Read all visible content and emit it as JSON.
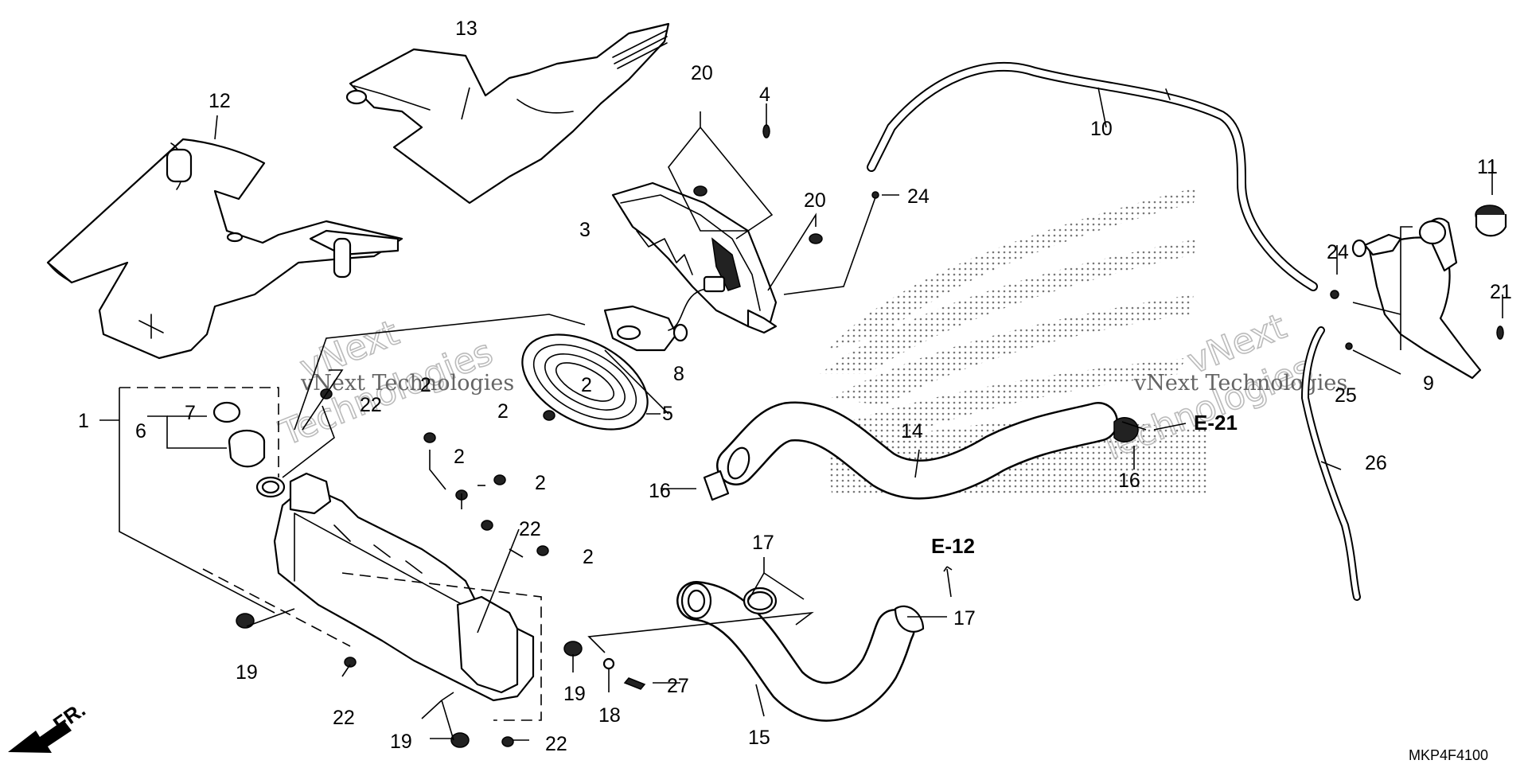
{
  "diagram": {
    "code": "MKP4F4100",
    "direction_label": "FR.",
    "refs": {
      "e21": "E-21",
      "e12": "E-12"
    },
    "watermark": {
      "line1": "vNext",
      "line2": "Technologies",
      "full": "vNext Technologies"
    }
  },
  "callouts": {
    "c1": "1",
    "c2a": "2",
    "c2b": "2",
    "c2c": "2",
    "c2d": "2",
    "c2e": "2",
    "c2f": "2",
    "c3": "3",
    "c4": "4",
    "c5": "5",
    "c6": "6",
    "c7": "7",
    "c8": "8",
    "c9": "9",
    "c10": "10",
    "c11": "11",
    "c12": "12",
    "c13": "13",
    "c14": "14",
    "c15": "15",
    "c16a": "16",
    "c16b": "16",
    "c17a": "17",
    "c17b": "17",
    "c18": "18",
    "c19a": "19",
    "c19b": "19",
    "c19c": "19",
    "c20a": "20",
    "c20b": "20",
    "c21": "21",
    "c22a": "22",
    "c22b": "22",
    "c22c": "22",
    "c22d": "22",
    "c24a": "24",
    "c24b": "24",
    "c25": "25",
    "c26": "26",
    "c27": "27"
  }
}
